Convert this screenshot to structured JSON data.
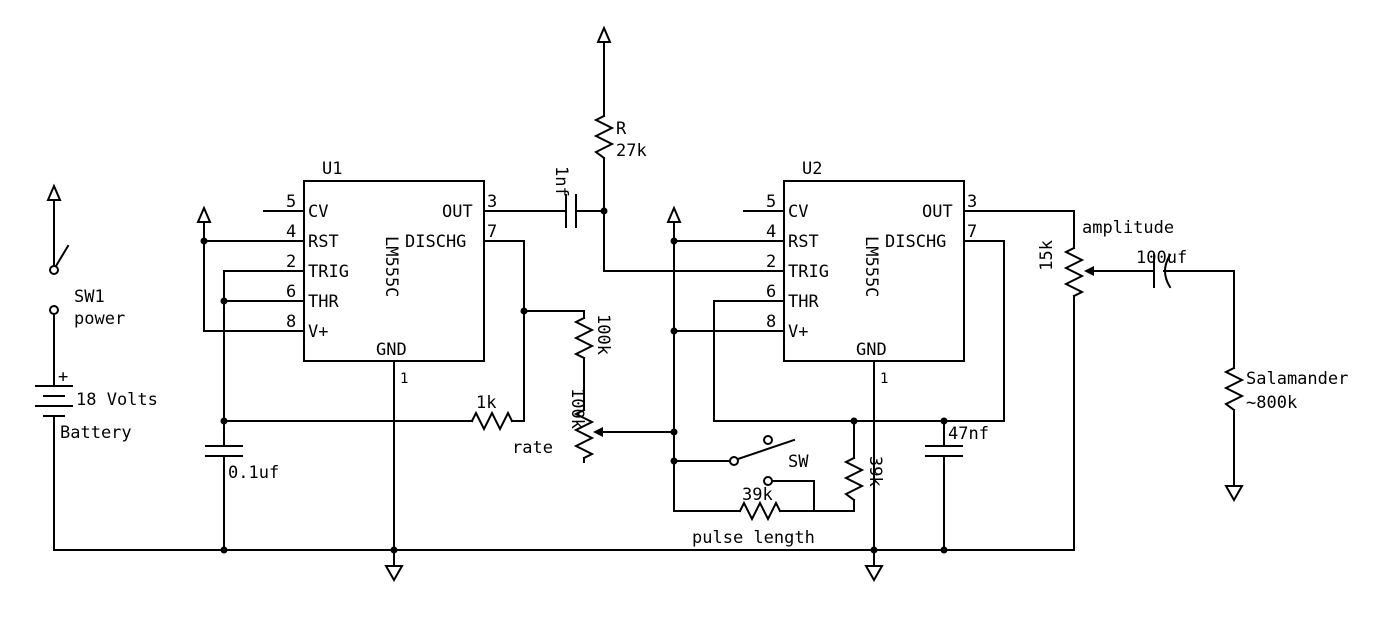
{
  "u1": {
    "ref": "U1",
    "part": "LM555C",
    "pins": {
      "cv": "5",
      "rst": "4",
      "trig": "2",
      "thr": "6",
      "vplus": "8",
      "out": "3",
      "dischg": "7",
      "gnd": "1"
    },
    "pin_labels": {
      "cv": "CV",
      "rst": "RST",
      "trig": "TRIG",
      "thr": "THR",
      "vplus": "V+",
      "out": "OUT",
      "dischg": "DISCHG",
      "gnd": "GND"
    }
  },
  "u2": {
    "ref": "U2",
    "part": "LM555C",
    "pins": {
      "cv": "5",
      "rst": "4",
      "trig": "2",
      "thr": "6",
      "vplus": "8",
      "out": "3",
      "dischg": "7",
      "gnd": "1"
    },
    "pin_labels": {
      "cv": "CV",
      "rst": "RST",
      "trig": "TRIG",
      "thr": "THR",
      "vplus": "V+",
      "out": "OUT",
      "dischg": "DISCHG",
      "gnd": "GND"
    }
  },
  "labels": {
    "sw1_name": "SW1",
    "sw1_desc": "power",
    "battery_plus": "+",
    "battery_value": "18 Volts",
    "battery_name": "Battery",
    "c_timing": "0.1uf",
    "r_1k": "1k",
    "rate": "rate",
    "pot_rate_top": "100k",
    "pot_rate": "100k",
    "c_coupling": "1nf",
    "r_pullup_name": "R",
    "r_pullup_value": "27k",
    "r_39k_a": "39k",
    "r_39k_b": "39k",
    "sw_pulse": "SW",
    "pulse_length": "pulse length",
    "c_47nf": "47nf",
    "pot_amp": "15k",
    "amplitude": "amplitude",
    "c_out": "100uf",
    "load_name": "Salamander",
    "load_value": "~800k"
  }
}
